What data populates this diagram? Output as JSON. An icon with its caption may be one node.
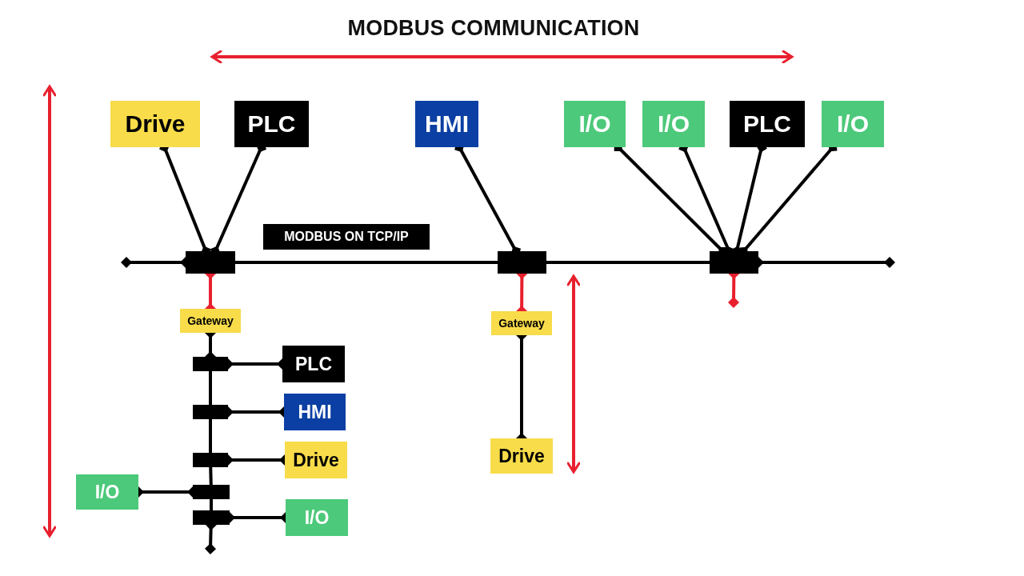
{
  "diagram": {
    "title": "MODBUS COMMUNICATION",
    "nodes": [
      {
        "text": [
          "Drive"
        ]
      },
      {
        "text": [
          "PLC"
        ]
      },
      {
        "text": [
          "HMI"
        ]
      },
      {
        "text": [
          "I/O"
        ]
      },
      {
        "text": [
          "I/O"
        ]
      },
      {
        "text": [
          "PLC"
        ]
      },
      {
        "text": [
          "I/O"
        ]
      },
      {
        "text": [
          "MODBUS ON TCP/IP"
        ]
      },
      {
        "text": [],
        "shape": "bar"
      },
      {
        "text": [],
        "shape": "bar"
      },
      {
        "text": [],
        "shape": "bar"
      },
      {
        "text": [
          "Gateway"
        ]
      },
      {
        "text": [
          "Gateway"
        ]
      },
      {
        "text": [],
        "shape": "bar"
      },
      {
        "text": [],
        "shape": "bar"
      },
      {
        "text": [],
        "shape": "bar"
      },
      {
        "text": [],
        "shape": "bar"
      },
      {
        "text": [],
        "shape": "bar"
      },
      {
        "text": [
          "PLC"
        ]
      },
      {
        "text": [
          "HMI"
        ]
      },
      {
        "text": [
          "Drive"
        ]
      },
      {
        "text": [
          "I/O"
        ]
      },
      {
        "text": [
          "I/O"
        ]
      },
      {
        "text": [
          "Drive"
        ]
      }
    ],
    "edges": [
      {
        "from": null,
        "to": 8,
        "arrow": "other"
      },
      {
        "from": 8,
        "to": 9,
        "arrow": "none"
      },
      {
        "from": 9,
        "to": 10,
        "arrow": "none"
      },
      {
        "from": 10,
        "to": null,
        "arrow": "other"
      },
      {
        "from": 0,
        "to": 8,
        "arrow": "other"
      },
      {
        "from": 1,
        "to": 8,
        "arrow": "other"
      },
      {
        "from": 2,
        "to": 9,
        "arrow": "other"
      },
      {
        "from": 3,
        "to": 10,
        "arrow": "other"
      },
      {
        "from": 4,
        "to": 10,
        "arrow": "other"
      },
      {
        "from": 5,
        "to": 10,
        "arrow": "other"
      },
      {
        "from": 6,
        "to": 10,
        "arrow": "other"
      },
      {
        "from": 8,
        "to": 11,
        "arrow": "other",
        "color": "#e8202e"
      },
      {
        "from": 9,
        "to": 12,
        "arrow": "other",
        "color": "#e8202e"
      },
      {
        "from": 10,
        "to": null,
        "arrow": "other",
        "color": "#e8202e"
      },
      {
        "from": 11,
        "to": 13,
        "arrow": "other"
      },
      {
        "from": 13,
        "to": 14,
        "arrow": "none"
      },
      {
        "from": 14,
        "to": 15,
        "arrow": "none"
      },
      {
        "from": 15,
        "to": 16,
        "arrow": "none"
      },
      {
        "from": 16,
        "to": 17,
        "arrow": "none"
      },
      {
        "from": 17,
        "to": null,
        "arrow": "other"
      },
      {
        "from": 13,
        "to": 18,
        "arrow": "other"
      },
      {
        "from": 14,
        "to": 19,
        "arrow": "other"
      },
      {
        "from": 15,
        "to": 20,
        "arrow": "other"
      },
      {
        "from": 21,
        "to": 16,
        "arrow": "other"
      },
      {
        "from": 17,
        "to": 22,
        "arrow": "other"
      },
      {
        "from": 12,
        "to": 23,
        "arrow": "other"
      }
    ]
  }
}
